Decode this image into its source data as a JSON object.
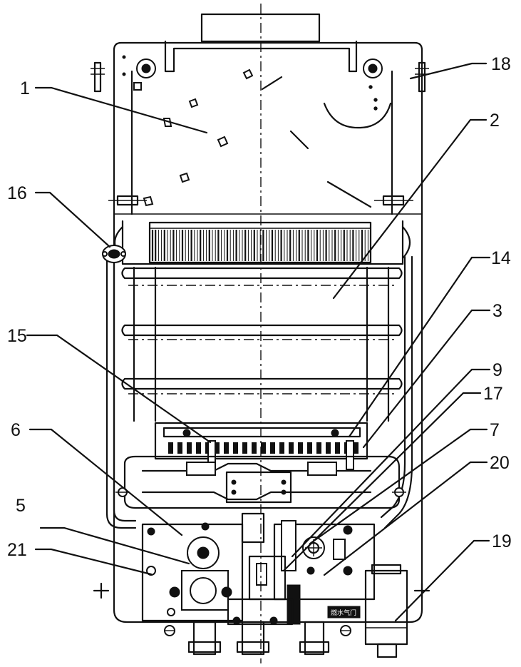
{
  "callouts": {
    "c1": "1",
    "c2": "2",
    "c3": "3",
    "c5": "5",
    "c6": "6",
    "c7": "7",
    "c9": "9",
    "c14": "14",
    "c15": "15",
    "c16": "16",
    "c17": "17",
    "c18": "18",
    "c19": "19",
    "c20": "20",
    "c21": "21"
  },
  "nameplate": "燃水气门"
}
